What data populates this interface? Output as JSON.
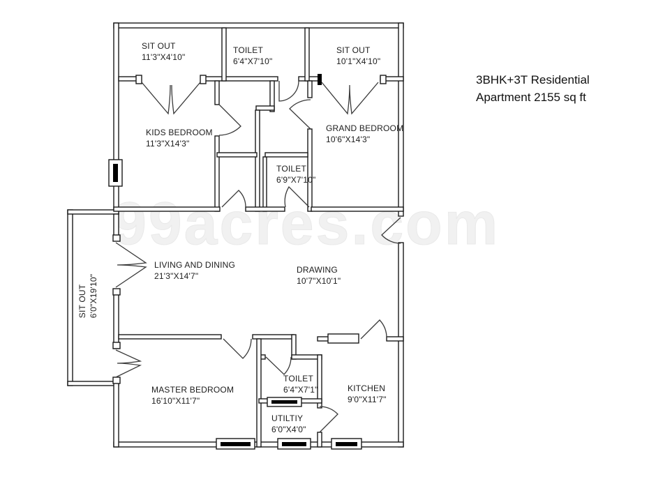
{
  "title": {
    "line1": "3BHK+3T Residential",
    "line2": "Apartment 2155 sq ft"
  },
  "watermark": "99acres.com",
  "rooms": [
    {
      "id": "sit-out-top-left",
      "name": "SIT OUT",
      "dims": "11'3\"X4'10\""
    },
    {
      "id": "toilet-top",
      "name": "TOILET",
      "dims": "6'4\"X7'10\""
    },
    {
      "id": "sit-out-top-right",
      "name": "SIT OUT",
      "dims": "10'1\"X4'10\""
    },
    {
      "id": "kids-bedroom",
      "name": "KIDS BEDROOM",
      "dims": "11'3\"X14'3\""
    },
    {
      "id": "grand-bedroom",
      "name": "GRAND BEDROOM",
      "dims": "10'6\"X14'3\""
    },
    {
      "id": "toilet-middle",
      "name": "TOILET",
      "dims": "6'9\"X7'10\""
    },
    {
      "id": "sit-out-left",
      "name": "SIT OUT",
      "dims": "6'0\"X19'10\""
    },
    {
      "id": "living-dining",
      "name": "LIVING AND DINING",
      "dims": "21'3\"X14'7\""
    },
    {
      "id": "drawing",
      "name": "DRAWING",
      "dims": "10'7\"X10'1\""
    },
    {
      "id": "master-bedroom",
      "name": "MASTER BEDROOM",
      "dims": "16'10\"X11'7\""
    },
    {
      "id": "toilet-bottom",
      "name": "TOILET",
      "dims": "6'4\"X7'1\""
    },
    {
      "id": "utility",
      "name": "UTILTIY",
      "dims": "6'0\"X4'0\""
    },
    {
      "id": "kitchen",
      "name": "KITCHEN",
      "dims": "9'0\"X11'7\""
    }
  ]
}
